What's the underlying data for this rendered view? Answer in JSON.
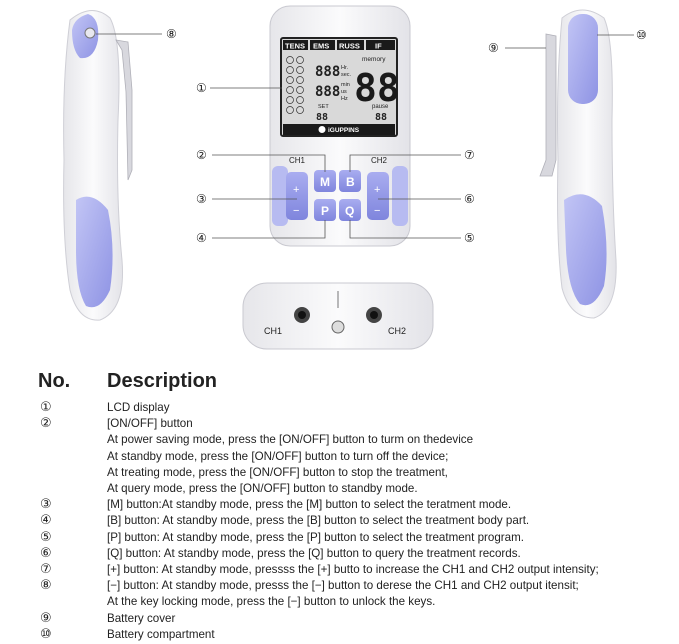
{
  "lcd": {
    "modes": [
      "TENS",
      "EMS",
      "RUSS",
      "IF"
    ],
    "memory_label": "memory",
    "big_digits_1": "888",
    "hr_label": "Hr.",
    "sec_label": "sec.",
    "big_digits_2": "888",
    "min_label": "min",
    "us_label": "us",
    "hz_label": "Hz",
    "big_right": "88",
    "set_label": "SET",
    "pause_label": "pause",
    "small_left": "88",
    "small_right": "88",
    "brand": "iGUPPINS"
  },
  "device": {
    "ch1_label": "CH1",
    "ch2_label": "CH2",
    "btn_m": "M",
    "btn_b": "B",
    "btn_p": "P",
    "btn_q": "Q",
    "plus": "+",
    "minus": "−",
    "bottom_ch1": "CH1",
    "bottom_ch2": "CH2"
  },
  "callouts": [
    "⑧",
    "①",
    "②",
    "③",
    "④",
    "⑦",
    "⑥",
    "⑤",
    "⑨",
    "⑩"
  ],
  "table": {
    "header_no": "No.",
    "header_desc": "Description",
    "rows": [
      {
        "num": "①",
        "text": "LCD display"
      },
      {
        "num": "②",
        "text": "[ON/OFF] button"
      },
      {
        "num": "",
        "text": "At power saving mode, press the [ON/OFF] button to turm on thedevice"
      },
      {
        "num": "",
        "text": "At standby mode, press the [ON/OFF] button to turn off the device;"
      },
      {
        "num": "",
        "text": "At treating mode, press the [ON/OFF] button to stop the treatment,"
      },
      {
        "num": "",
        "text": "At query mode, press the [ON/OFF] button to standby mode."
      },
      {
        "num": "③",
        "text": "[M] button:At standby mode, press the [M] button to select the teratment mode."
      },
      {
        "num": "④",
        "text": "[B] button: At standby mode, press the [B] button to select the treatment body part."
      },
      {
        "num": "⑤",
        "text": "[P] button: At standby mode, press the [P] button to select the treatment program."
      },
      {
        "num": "⑥",
        "text": "[Q] button: At standby mode, press the [Q] button to query the treatment records."
      },
      {
        "num": "⑦",
        "text": "[+] button: At standby mode, pressss the [+] butto to increase the CH1 and CH2 output intensity;"
      },
      {
        "num": "⑧",
        "text": "[−] button: At standby mode, presss the [−] button to derese the CH1 and CH2 output itensit;"
      },
      {
        "num": "",
        "text": "At the key locking mode, press the [−] button to unlock the keys."
      },
      {
        "num": "⑨",
        "text": "Battery cover"
      },
      {
        "num": "⑩",
        "text": "Battery compartment"
      }
    ]
  },
  "colors": {
    "accent": "#8f94e6",
    "accent_light": "#b9bdf3",
    "body": "#f4f4f6",
    "lcd_bg": "#dcdcdc",
    "lcd_dark": "#1a1a1a"
  }
}
